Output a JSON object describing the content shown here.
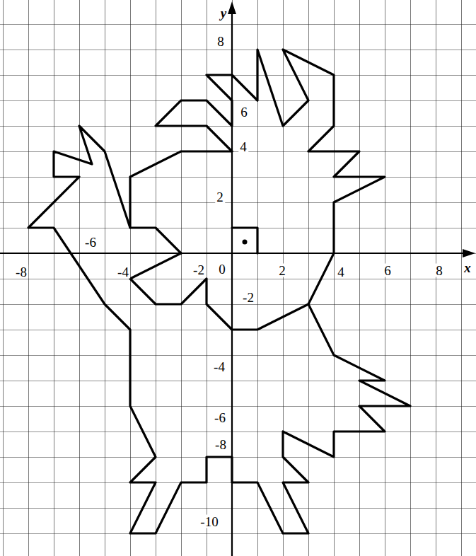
{
  "diagram": {
    "labels": [
      "y",
      "8",
      "6",
      "4",
      "2",
      "-2",
      "-4",
      "-6",
      "-8",
      "-10",
      "-8",
      "-6",
      "-4",
      "-2",
      "0",
      "2",
      "4",
      "6",
      "8",
      "x"
    ]
  }
}
